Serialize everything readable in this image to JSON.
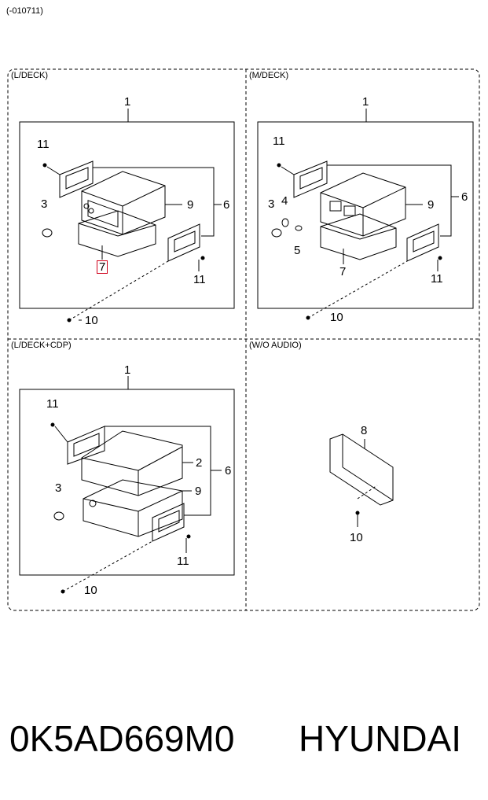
{
  "header": {
    "code": "(-010711)"
  },
  "sections": [
    {
      "title": "(L/DECK)"
    },
    {
      "title": "(M/DECK)"
    },
    {
      "title": "(L/DECK+CDP)"
    },
    {
      "title": "(W/O AUDIO)"
    }
  ],
  "callouts": {
    "s1": [
      "1",
      "11",
      "3",
      "9",
      "6",
      "7",
      "11",
      "10"
    ],
    "s2": [
      "1",
      "11",
      "3",
      "4",
      "9",
      "6",
      "5",
      "7",
      "11",
      "10"
    ],
    "s3": [
      "1",
      "11",
      "2",
      "6",
      "3",
      "9",
      "11",
      "10"
    ],
    "s4": [
      "8",
      "10"
    ]
  },
  "highlight": {
    "label": "7",
    "color": "#d0021b"
  },
  "footer": {
    "part_number": "0K5AD669M0",
    "brand": "HYUNDAI"
  }
}
